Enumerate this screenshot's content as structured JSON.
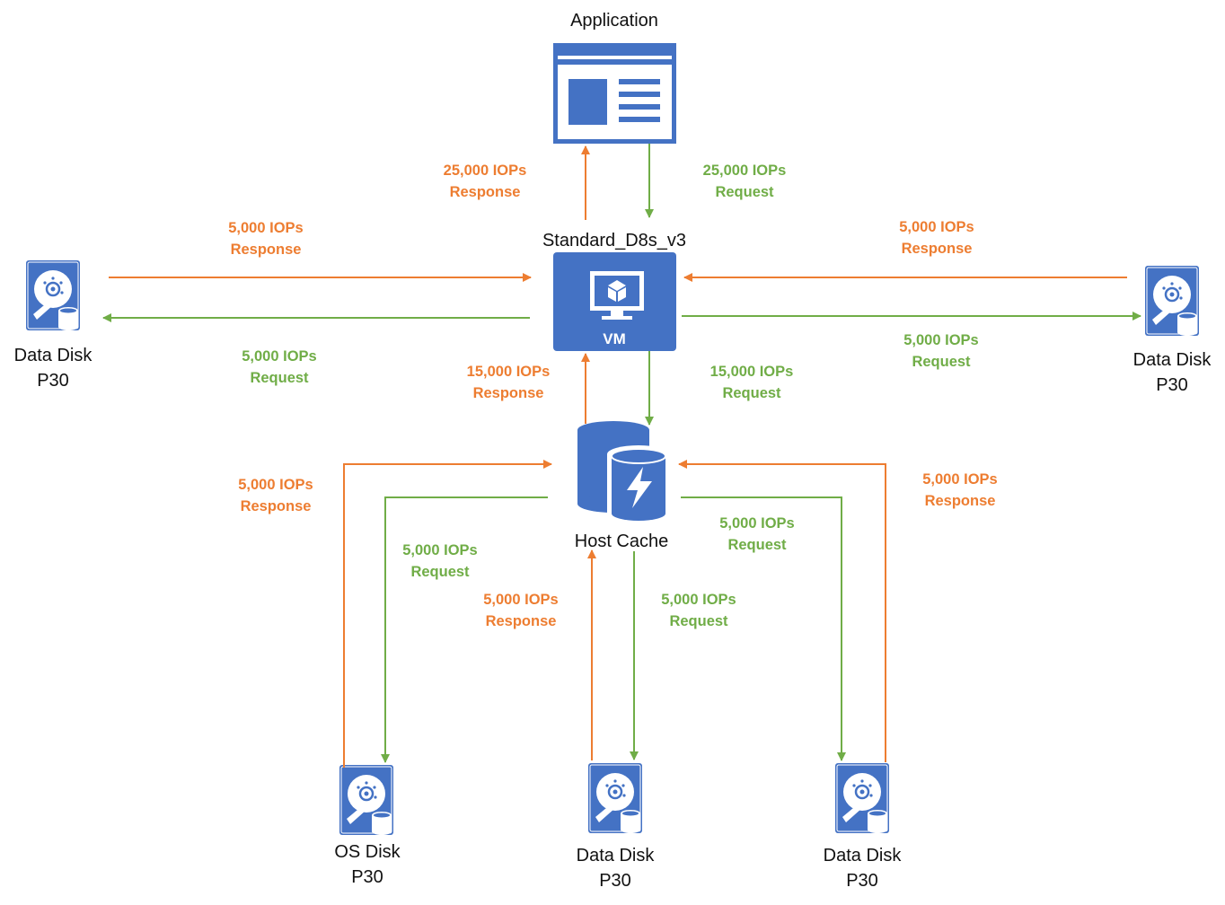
{
  "colors": {
    "response": "#ED7D31",
    "request": "#70AD47",
    "icon_blue": "#4472C4"
  },
  "nodes": {
    "application": {
      "label": "Application",
      "icon": "application-window-icon"
    },
    "vm": {
      "label": "Standard_D8s_v3",
      "badge": "VM",
      "icon": "virtual-machine-icon"
    },
    "host_cache": {
      "label": "Host Cache",
      "icon": "host-cache-icon"
    },
    "disk_left": {
      "line1": "Data Disk",
      "line2": "P30",
      "icon": "hard-disk-icon"
    },
    "disk_right": {
      "line1": "Data Disk",
      "line2": "P30",
      "icon": "hard-disk-icon"
    },
    "disk_os": {
      "line1": "OS Disk",
      "line2": "P30",
      "icon": "hard-disk-icon"
    },
    "disk_mid": {
      "line1": "Data Disk",
      "line2": "P30",
      "icon": "hard-disk-icon"
    },
    "disk_rb": {
      "line1": "Data Disk",
      "line2": "P30",
      "icon": "hard-disk-icon"
    }
  },
  "flows": {
    "app_response": {
      "value": "25,000 IOPs",
      "kind": "Response"
    },
    "app_request": {
      "value": "25,000 IOPs",
      "kind": "Request"
    },
    "left_response": {
      "value": "5,000 IOPs",
      "kind": "Response"
    },
    "left_request": {
      "value": "5,000 IOPs",
      "kind": "Request"
    },
    "right_response": {
      "value": "5,000 IOPs",
      "kind": "Response"
    },
    "right_request": {
      "value": "5,000 IOPs",
      "kind": "Request"
    },
    "cache_response": {
      "value": "15,000 IOPs",
      "kind": "Response"
    },
    "cache_request": {
      "value": "15,000 IOPs",
      "kind": "Request"
    },
    "os_response": {
      "value": "5,000 IOPs",
      "kind": "Response"
    },
    "os_request": {
      "value": "5,000 IOPs",
      "kind": "Request"
    },
    "mid_response": {
      "value": "5,000 IOPs",
      "kind": "Response"
    },
    "mid_request": {
      "value": "5,000 IOPs",
      "kind": "Request"
    },
    "rb_response": {
      "value": "5,000 IOPs",
      "kind": "Response"
    },
    "rb_request": {
      "value": "5,000 IOPs",
      "kind": "Request"
    }
  }
}
